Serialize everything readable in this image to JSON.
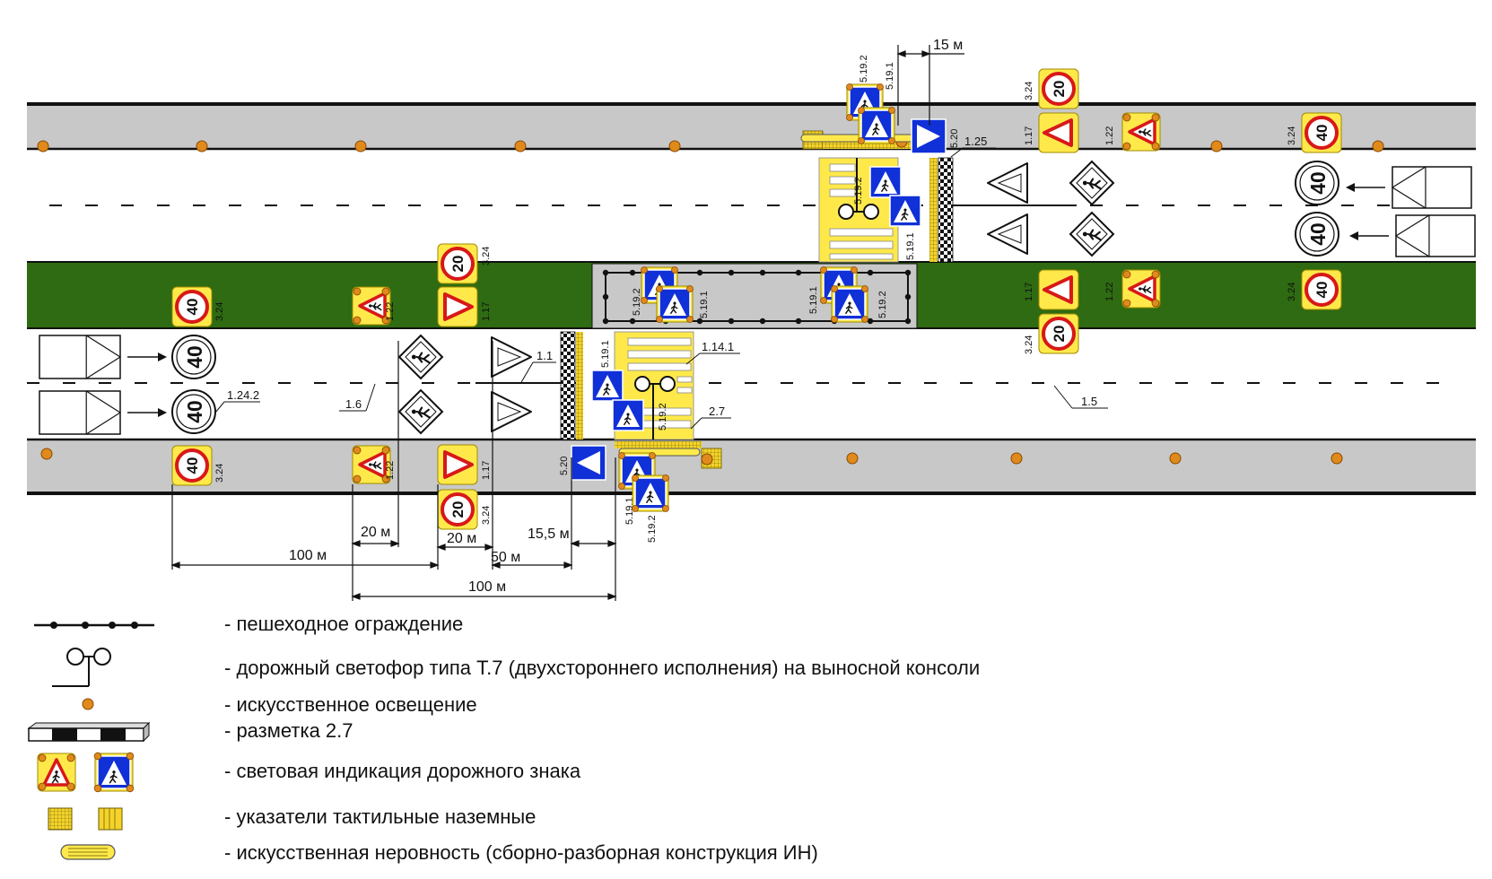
{
  "dimensions": {
    "d_15m_top": "15 м",
    "d_100m_a": "100 м",
    "d_20m_a": "20 м",
    "d_20m_b": "20 м",
    "d_50m": "50 м",
    "d_15_5m": "15,5 м",
    "d_100m_b": "100 м"
  },
  "markings": {
    "m_1_25": "1.25",
    "m_1_14_1": "1.14.1",
    "m_1_1": "1.1",
    "m_1_6": "1.6",
    "m_1_5": "1.5",
    "m_2_7": "2.7",
    "m_1_24_2": "1.24.2"
  },
  "sign_codes": {
    "c_3_24": "3.24",
    "c_1_17": "1.17",
    "c_1_22": "1.22",
    "c_5_19_1": "5.19.1",
    "c_5_19_2": "5.19.2",
    "c_5_20": "5.20"
  },
  "speed_values": {
    "s40": "40",
    "s20": "20"
  },
  "legend": [
    {
      "text": "- пешеходное ограждение"
    },
    {
      "text": "- дорожный светофор типа Т.7 (двухстороннего исполнения) на выносной консоли"
    },
    {
      "text": "- искусственное освещение"
    },
    {
      "text": "- разметка 2.7"
    },
    {
      "text": "- световая индикация дорожного знака"
    },
    {
      "text": "- указатели тактильные наземные"
    },
    {
      "text": "- искусственная неровность (сборно-разборная конструкция ИН)"
    }
  ],
  "colors": {
    "sidewalk": "#c8c8c8",
    "median": "#2e6b12",
    "yellow": "#ffe94a",
    "sign_blue": "#1030d8",
    "lamp": "#e08a1c",
    "red": "#d81818"
  }
}
